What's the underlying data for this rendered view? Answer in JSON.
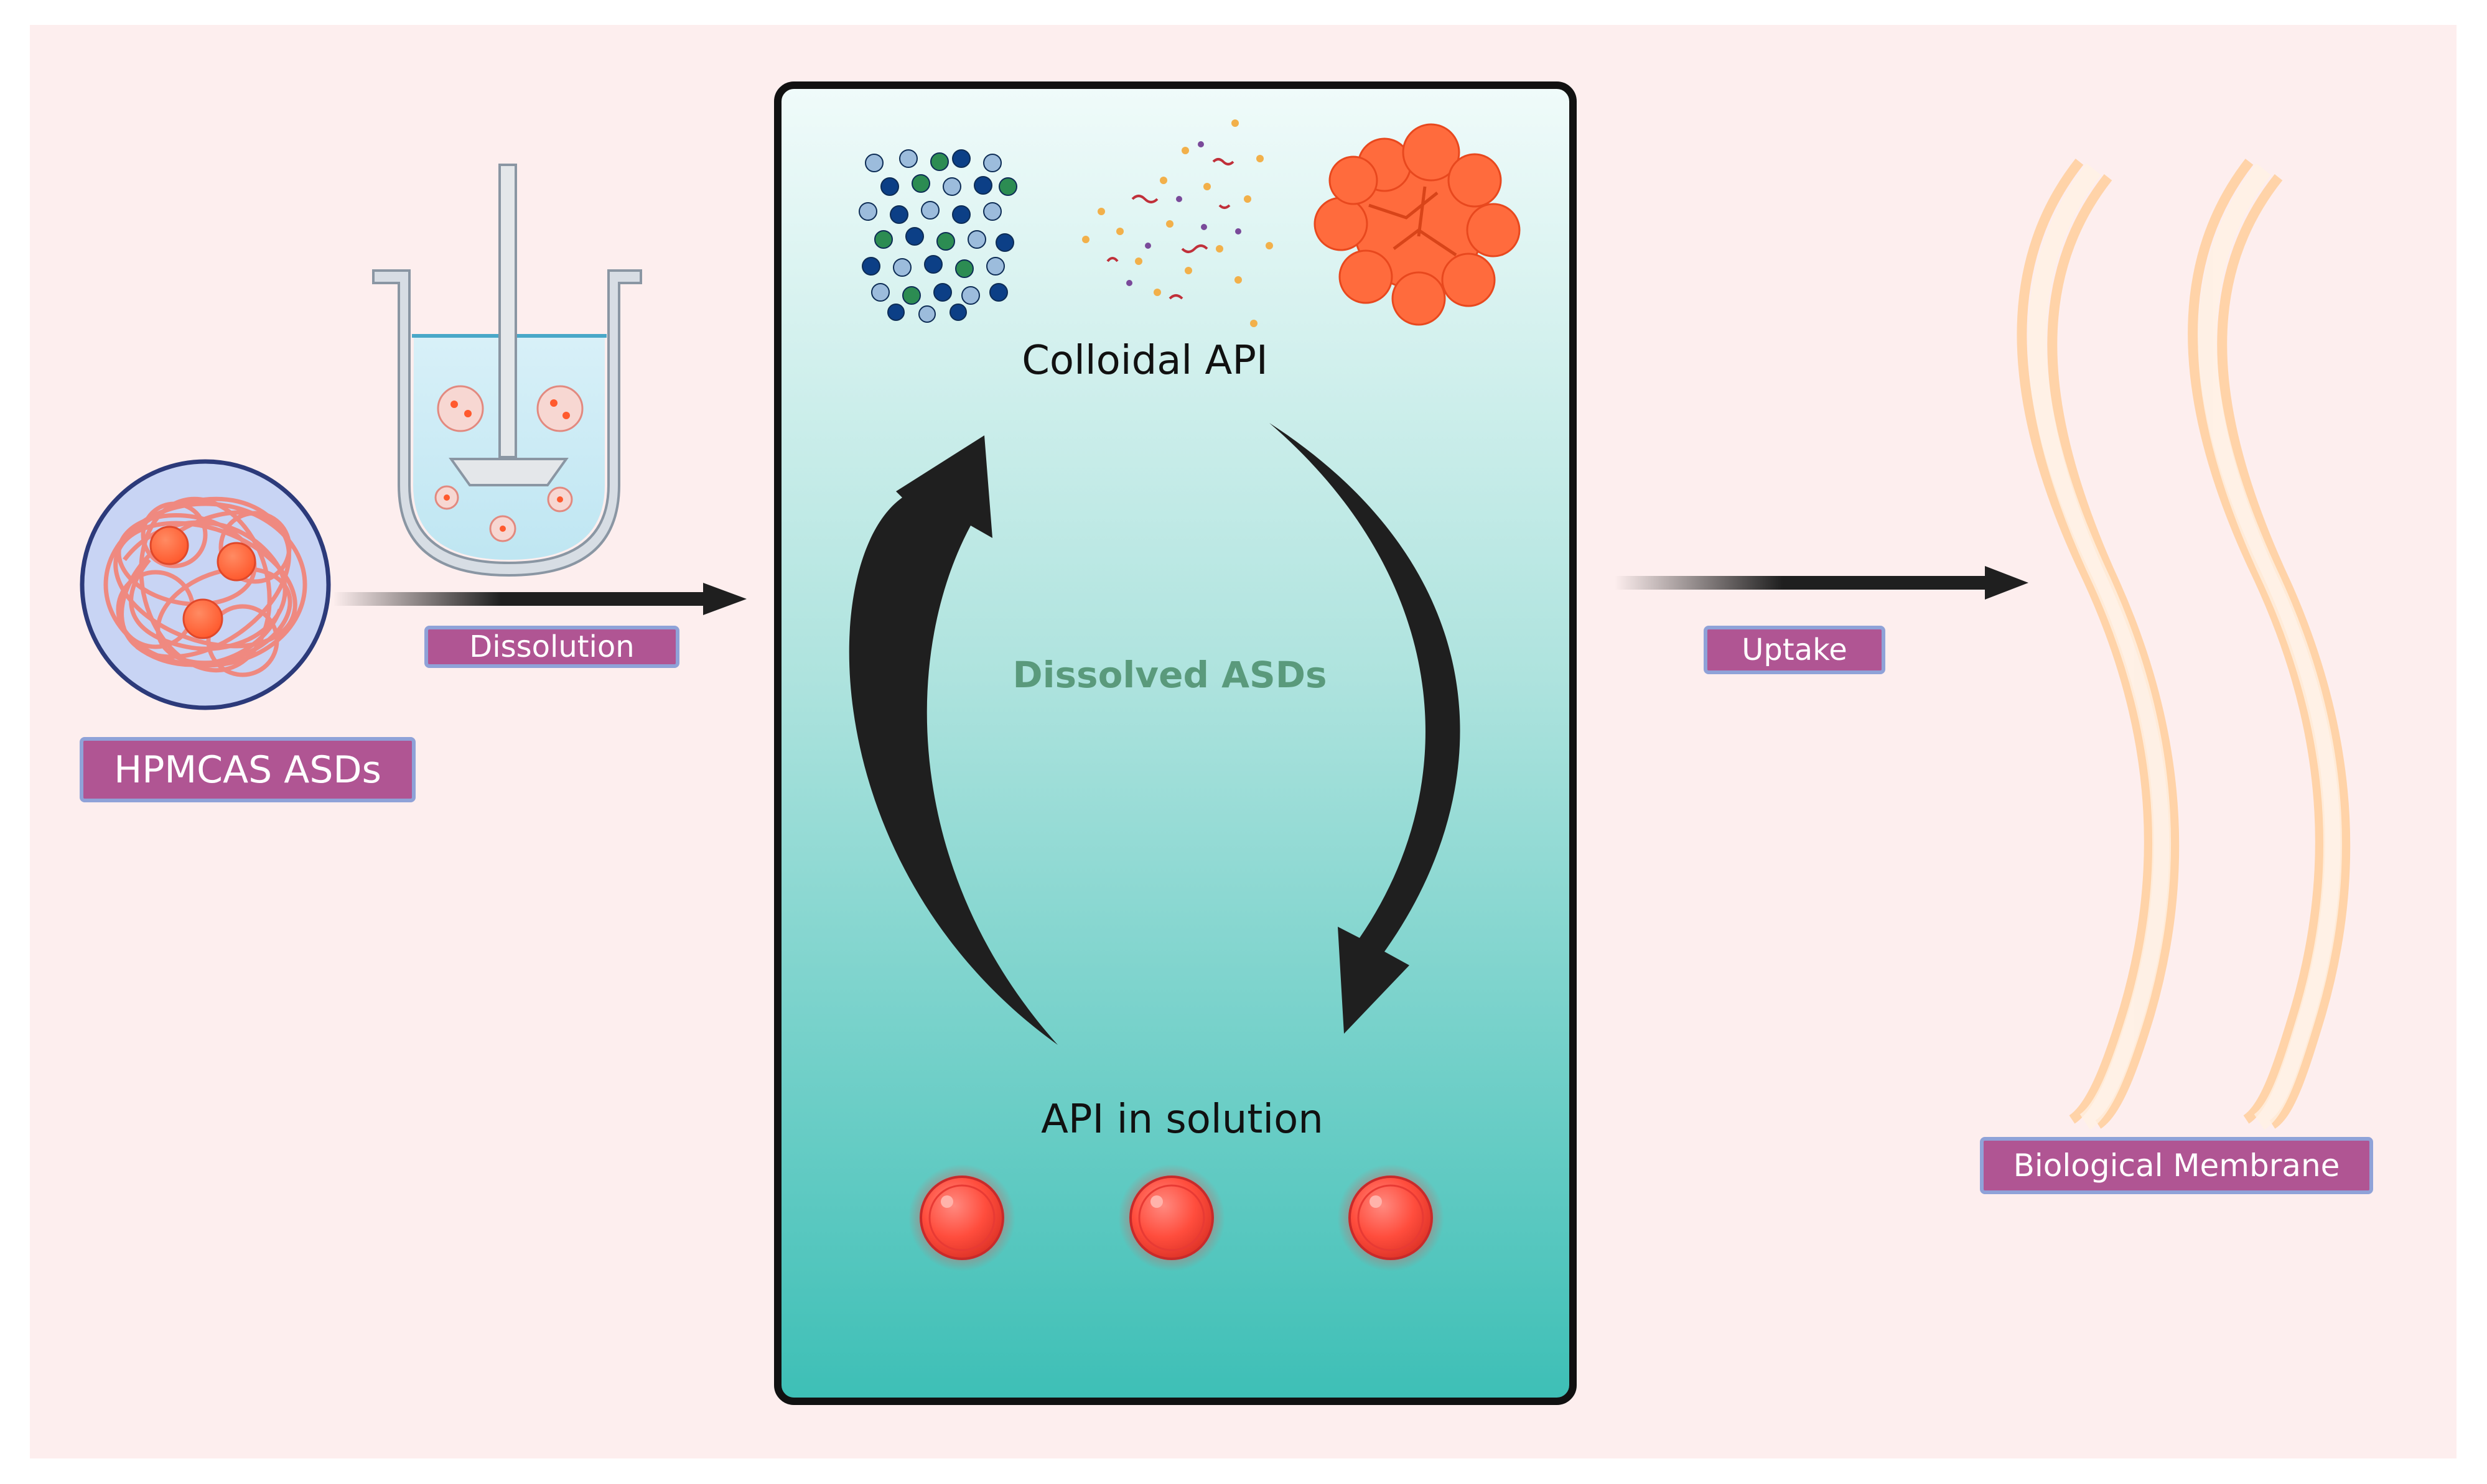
{
  "labels": {
    "hpmcas": "HPMCAS ASDs",
    "dissolution": "Dissolution",
    "colloidal": "Colloidal API",
    "dissolved": "Dissolved ASDs",
    "api_solution": "API in solution",
    "uptake": "Uptake",
    "membrane": "Biological Membrane"
  },
  "colors": {
    "background": "#fdeeee",
    "label_fill": "#b05593",
    "label_border": "#8fa2d8",
    "dissolved_text": "#5a9a7c",
    "panel_top": "#f0fbfa",
    "panel_bottom": "#3dbfb6",
    "arrow": "#1f1f1f",
    "api_red": "#ff4d3d",
    "membrane": "#ffd3a8"
  }
}
